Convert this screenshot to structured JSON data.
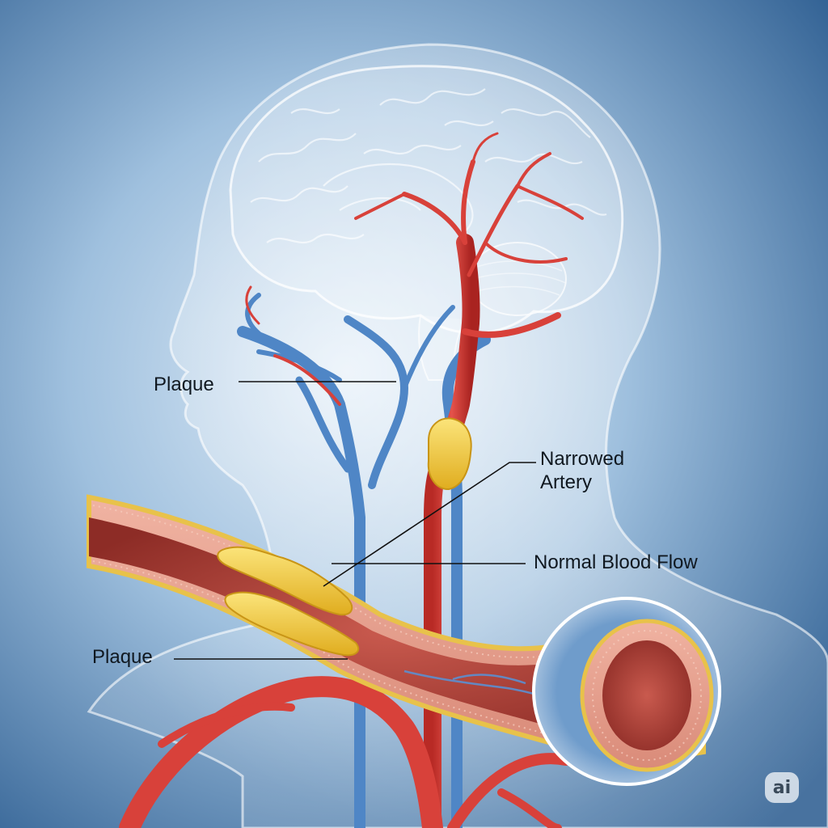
{
  "labels": {
    "plaque_top": "Plaque",
    "narrowed_line1": "Narrowed",
    "narrowed_line2": "Artery",
    "normal_blood_flow": "Normal Blood Flow",
    "plaque_bottom": "Plaque"
  },
  "watermark": "ai",
  "colors": {
    "background_light": "#d6e6f4",
    "background_dark": "#2f5f92",
    "artery": "#d8413a",
    "vein": "#4f86c6",
    "plaque": "#f1cd3a",
    "vessel_wall": "#e9a08f",
    "label_text": "#101820"
  }
}
